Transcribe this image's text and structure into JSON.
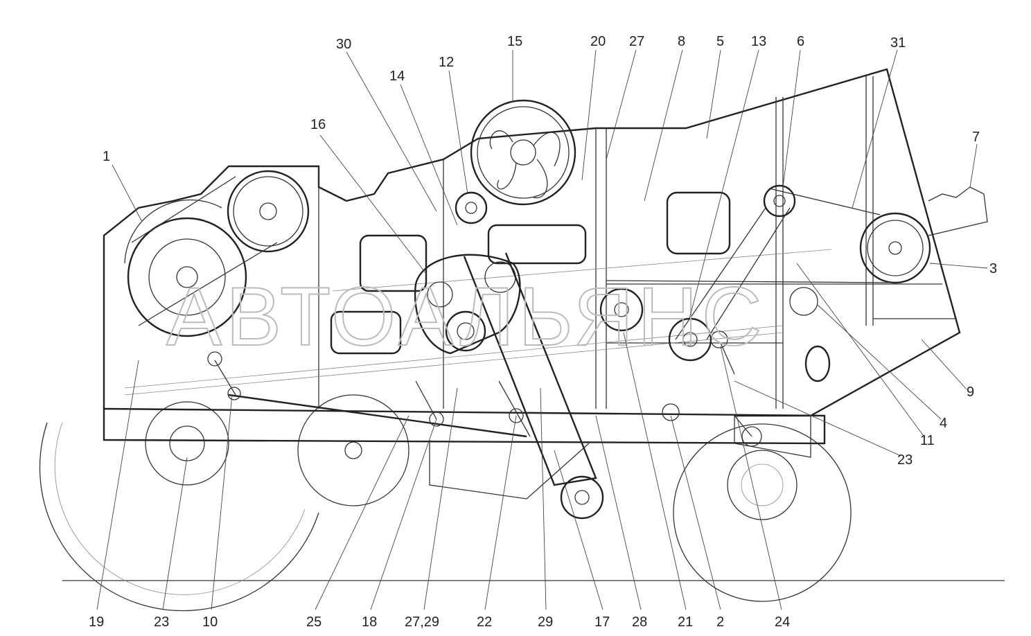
{
  "watermark": "АВТОАЛЬЯНС",
  "callouts": {
    "top": [
      "30",
      "14",
      "12",
      "15",
      "20",
      "27",
      "8",
      "5",
      "13",
      "6",
      "31"
    ],
    "left": [
      "1",
      "16"
    ],
    "right": [
      "7",
      "3",
      "9",
      "4",
      "11",
      "23"
    ],
    "bottom": [
      "19",
      "23",
      "10",
      "25",
      "18",
      "27,29",
      "22",
      "29",
      "17",
      "28",
      "21",
      "2",
      "24"
    ]
  }
}
